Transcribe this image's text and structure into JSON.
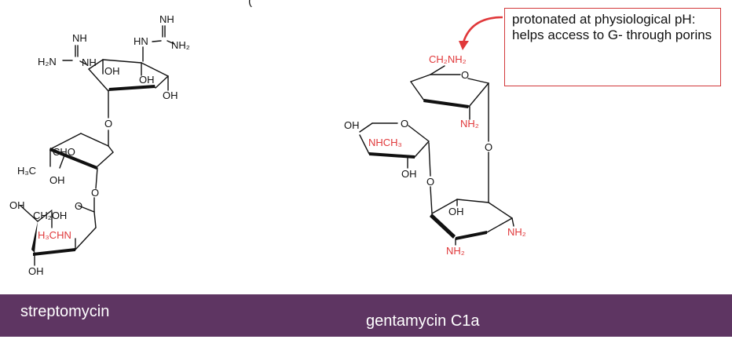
{
  "header_fragment": "(",
  "callout": {
    "text": "protonated at physiological pH: helps access to G- through porins"
  },
  "labels": {
    "streptomycin": "streptomycin",
    "gentamycin": "gentamycin C1a"
  },
  "colors": {
    "bond": "#111111",
    "highlight": "#e0383a",
    "bar": "#5e3562",
    "callout_border": "#d2383a"
  },
  "streptomycin_atoms": {
    "nh_top": "NH",
    "nh_right": "NH",
    "h2n_left": "H₂N",
    "nh_left": "NH",
    "hn_right": "HN",
    "nh2_right": "NH₂",
    "oh_a": "OH",
    "oh_b": "OH",
    "oh_c": "OH",
    "o_link1": "O",
    "cho": "CHO",
    "ch3": "H₃C",
    "oh_d": "OH",
    "o_link2": "O",
    "oh_e": "OH",
    "ch2oh": "CH₂OH",
    "o_ring": "O",
    "h3chn": "H₃CHN",
    "oh_f": "OH"
  },
  "gentamycin_atoms": {
    "ch2nh2": "CH₂NH₂",
    "o_ring_top": "O",
    "nh2_a": "NH₂",
    "o_link_a": "O",
    "oh_g": "OH",
    "o_ring_left": "O",
    "nhch3": "NHCH₃",
    "oh_h": "OH",
    "o_link_b": "O",
    "oh_i": "OH",
    "nh2_b": "NH₂",
    "nh2_c": "NH₂"
  }
}
